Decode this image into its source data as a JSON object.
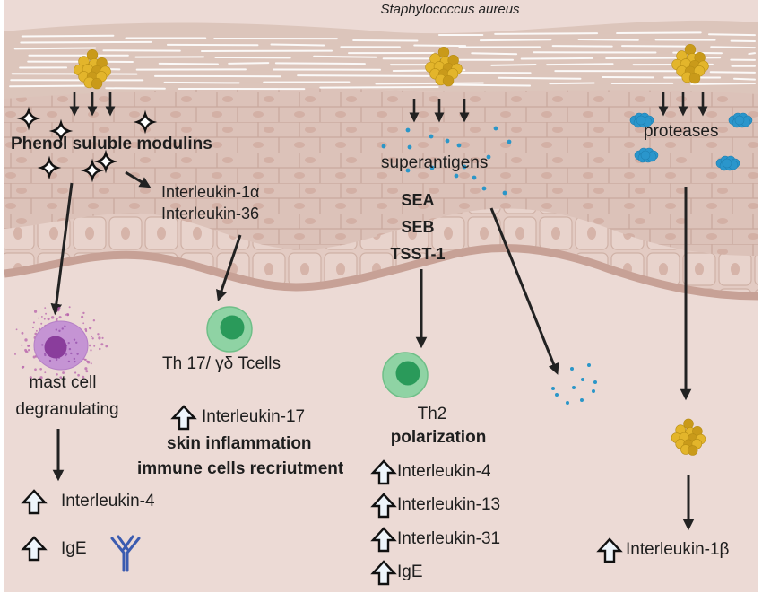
{
  "title": "Staphylococcus aureus",
  "colors": {
    "background": "#ecdad5",
    "dermis": "#ebd9d3",
    "epidermis": "#dcc1b8",
    "cell_outline": "#c9a89d",
    "stratum_corneum": "#d8c0b6",
    "bacteria": "#e3b52b",
    "bacteria_dark": "#c99a1a",
    "toxin_dot": "#2a96c8",
    "protease": "#2a96cc",
    "t_cell_outer": "#8fd3a4",
    "t_cell_inner": "#2a9a5a",
    "mast_cell": "#c594d4",
    "mast_nucleus": "#8a3d9c",
    "antibody": "#3b5bb0",
    "arrow": "#222222",
    "up_arrow_fill": "#eef5fb"
  },
  "left_pathway": {
    "toxin": "Phenol suluble modulins",
    "cytokines": [
      "Interleukin-1α",
      "Interleukin-36"
    ],
    "mast_cell_label": [
      "mast cell",
      "degranulating"
    ],
    "mast_cell_outputs": [
      "Interleukin-4",
      "IgE"
    ],
    "tcell_label": "Th 17/ γδ Tcells",
    "tcell_output": "Interleukin-17",
    "effects": [
      "skin inflammation",
      "immune cells recriutment"
    ]
  },
  "middle_pathway": {
    "toxin": "superantigens",
    "types": [
      "SEA",
      "SEB",
      "TSST-1"
    ],
    "tcell_label": "Th2",
    "effect": "polarization",
    "outputs": [
      "Interleukin-4",
      "Interleukin-13",
      "Interleukin-31",
      "IgE"
    ]
  },
  "right_pathway": {
    "toxin": "proteases",
    "output": "Interleukin-1β"
  }
}
